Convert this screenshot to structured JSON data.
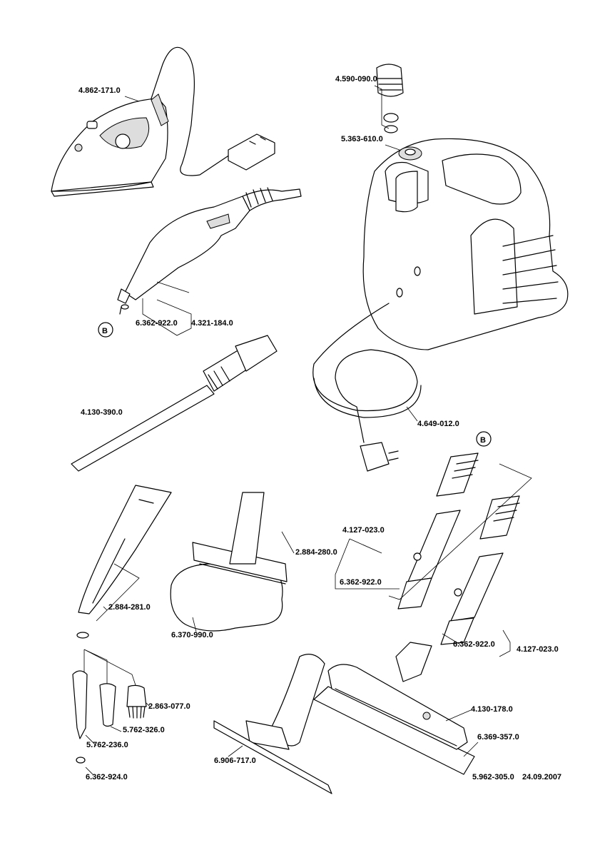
{
  "parts": {
    "iron": "4.862-171.0",
    "cap": "4.590-090.0",
    "cap_seal": "5.363-610.0",
    "gun_oring": "6.362-922.0",
    "steam_gun": "4.321-184.0",
    "marker_b_gun": "B",
    "lance": "4.130-390.0",
    "power_cord": "4.649-012.0",
    "marker_b_tubes": "B",
    "extension_tube_1": "4.127-023.0",
    "tube_oring_1": "6.362-922.0",
    "hand_nozzle": "2.884-280.0",
    "detail_nozzle": "2.884-281.0",
    "terry_cover": "6.370-990.0",
    "tube_oring_2": "6.362-922.0",
    "extension_tube_2": "4.127-023.0",
    "round_brush_set": "2.863-077.0",
    "round_brush_small": "5.762-326.0",
    "power_nozzle": "5.762-236.0",
    "nozzle_oring": "6.362-924.0",
    "window_nozzle": "6.906-717.0",
    "floor_nozzle": "4.130-178.0",
    "floor_cloth": "6.369-357.0"
  },
  "footer": {
    "doc_number": "5.962-305.0",
    "date": "24.09.2007"
  }
}
